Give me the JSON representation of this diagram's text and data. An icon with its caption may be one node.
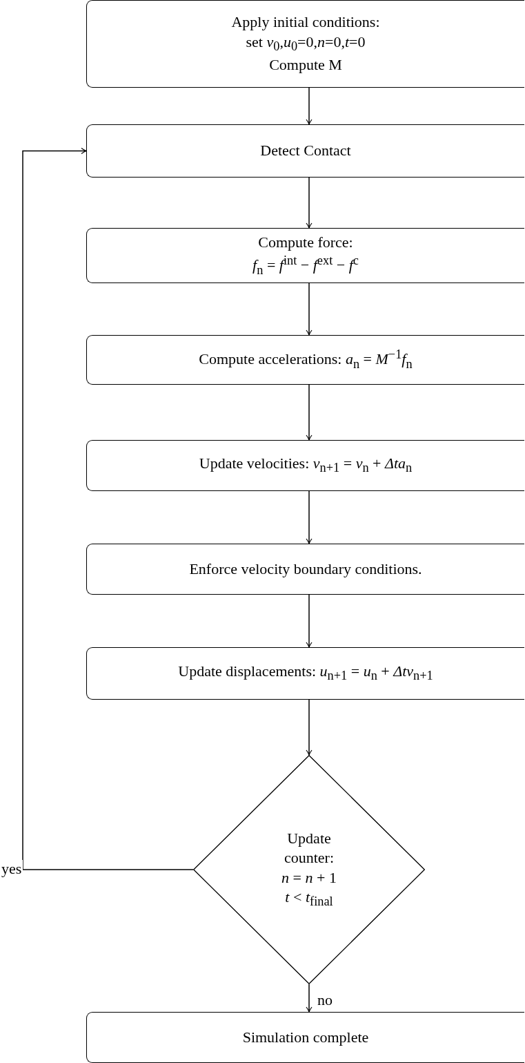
{
  "diagram": {
    "nodes": [
      {
        "text": [
          "Apply initial conditions:",
          "set *v*$_{0}$,*u*$_{0}$=0,*n*=0,*t*=0",
          "Compute M"
        ]
      },
      {
        "text": [
          "Detect Contact"
        ]
      },
      {
        "text": [
          "Compute force:",
          "*f*$_{n}$ = *f*$^{int}$ − *f*$^{ext}$ − *f*$^{c}$"
        ]
      },
      {
        "text": [
          "Compute accelerations: *a*$_{n}$ = *M*$^{−1}$*f*$_{n}$"
        ]
      },
      {
        "text": [
          "Update velocities: *v*$_{n+1}$ = *v*$_{n}$ + *Δta*$_{n}$"
        ]
      },
      {
        "text": [
          "Enforce velocity boundary conditions."
        ]
      },
      {
        "text": [
          "Update displacements: *u*$_{n+1}$ = *u*$_{n}$ + *Δtv*$_{n+1}$"
        ]
      },
      {
        "text": [
          "Update counter:",
          "*n* = *n* + 1",
          "*t* < *t*$_{final}$"
        ]
      },
      {
        "text": [
          "Simulation complete"
        ]
      }
    ],
    "edges": [
      {
        "from": 0,
        "to": 1,
        "arrow": "to"
      },
      {
        "from": 1,
        "to": 2,
        "arrow": "to"
      },
      {
        "from": 2,
        "to": 3,
        "arrow": "to"
      },
      {
        "from": 3,
        "to": 4,
        "arrow": "to"
      },
      {
        "from": 4,
        "to": 5,
        "arrow": "to"
      },
      {
        "from": 5,
        "to": 6,
        "arrow": "to"
      },
      {
        "from": 6,
        "to": 7,
        "arrow": "to"
      },
      {
        "from": 7,
        "to": 1,
        "arrow": "to",
        "label": "yes"
      },
      {
        "from": 7,
        "to": 8,
        "arrow": "to",
        "label": "no"
      }
    ]
  }
}
